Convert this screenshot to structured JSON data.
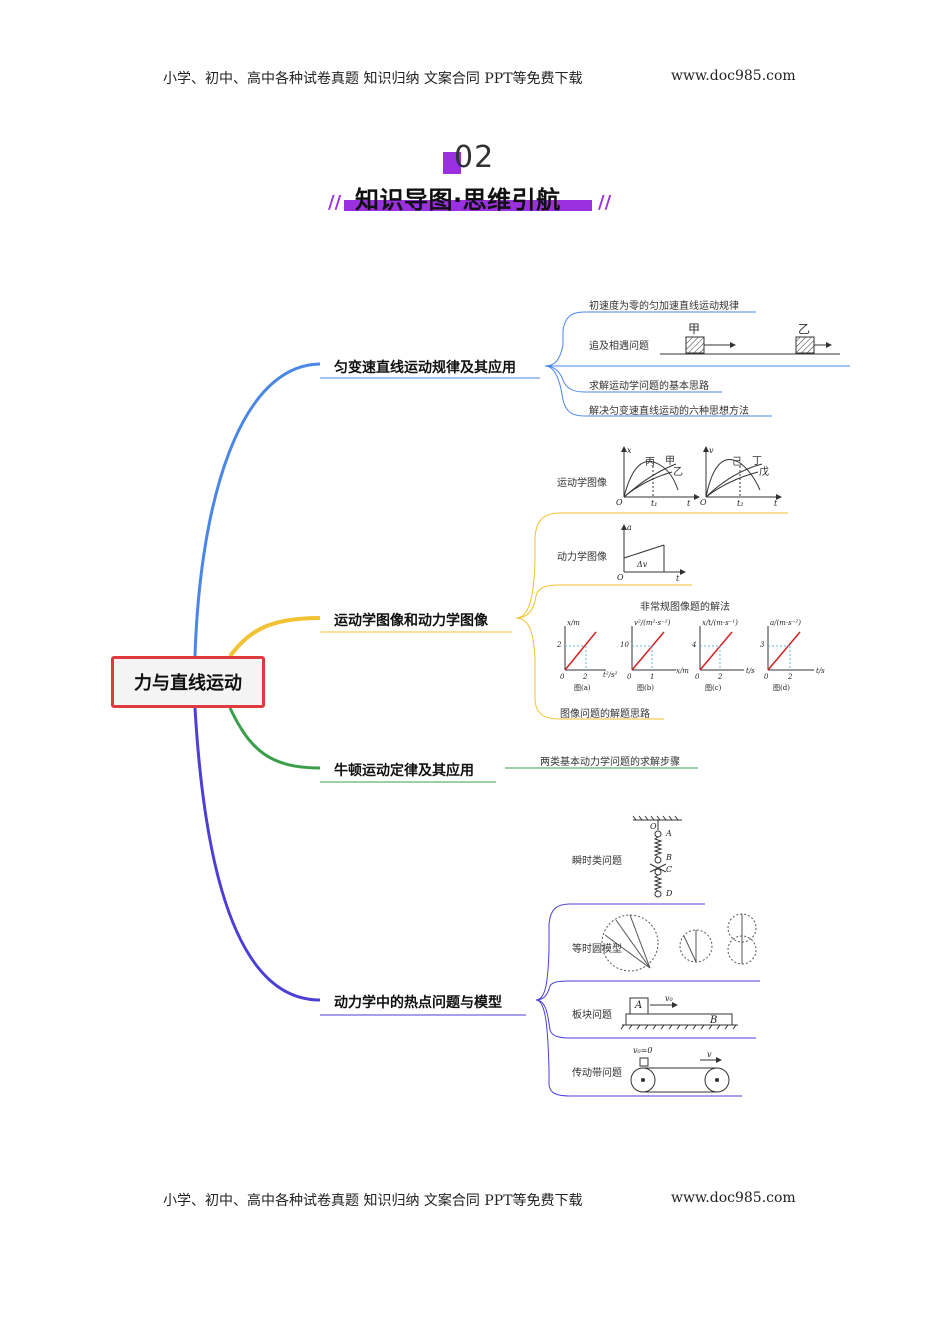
{
  "header": {
    "left": "小学、初中、高中各种试卷真题 知识归纳 文案合同 PPT等免费下载",
    "right": "www.doc985.com"
  },
  "footer": {
    "left": "小学、初中、高中各种试卷真题 知识归纳 文案合同 PPT等免费下载",
    "right": "www.doc985.com"
  },
  "section": {
    "number": "02",
    "title": "知识导图·思维引航",
    "slashes": "//"
  },
  "root": "力与直线运动",
  "branches": [
    {
      "label": "匀变速直线运动规律及其应用",
      "color": "#4a86e8",
      "leaves": [
        "初速度为零的匀加速直线运动规律",
        "追及相遇问题",
        "求解运动学问题的基本思路",
        "解决匀变速直线运动的六种思想方法"
      ],
      "figure": {
        "jia": "甲",
        "yi": "乙"
      }
    },
    {
      "label": "运动学图像和动力学图像",
      "color": "#f1c232",
      "leaves": [
        "运动学图像",
        "动力学图像",
        "非常规图像题的解法",
        "图像问题的解题思路"
      ],
      "kin": {
        "x": "x",
        "t": "t",
        "O": "O",
        "v": "v",
        "t1": "t₁",
        "t2": "t₂",
        "bing": "丙",
        "jia": "甲",
        "yi": "乙",
        "ji": "己",
        "ding": "丁",
        "wu": "戊"
      },
      "dyn": {
        "a": "a",
        "t": "t",
        "O": "O",
        "dv": "Δv"
      },
      "plots": [
        {
          "ylabel": "x/m",
          "xlabel": "t²/s²",
          "ytick": "2",
          "xtick": "2",
          "caption": "图(a)"
        },
        {
          "ylabel": "v²/(m²·s⁻²)",
          "xlabel": "x/m",
          "ytick": "10",
          "xtick": "1",
          "caption": "图(b)"
        },
        {
          "ylabel": "x/t/(m·s⁻¹)",
          "xlabel": "t/s",
          "ytick": "4",
          "xtick": "2",
          "caption": "图(c)"
        },
        {
          "ylabel": "a/(m·s⁻²)",
          "xlabel": "t/s",
          "ytick": "3",
          "xtick": "2",
          "caption": "图(d)"
        }
      ],
      "zero": "0"
    },
    {
      "label": "牛顿运动定律及其应用",
      "color": "#3a9f4a",
      "leaves": [
        "两类基本动力学问题的求解步骤"
      ]
    },
    {
      "label": "动力学中的热点问题与模型",
      "color": "#4b3fd8",
      "leaves": [
        "瞬时类问题",
        "等时圆模型",
        "板块问题",
        "传动带问题"
      ],
      "spring": {
        "O": "O",
        "A": "A",
        "B": "B",
        "C": "C",
        "D": "D"
      },
      "board": {
        "A": "A",
        "B": "B",
        "v0": "v₀"
      },
      "belt": {
        "v0": "v₀=0",
        "v": "v"
      }
    }
  ]
}
